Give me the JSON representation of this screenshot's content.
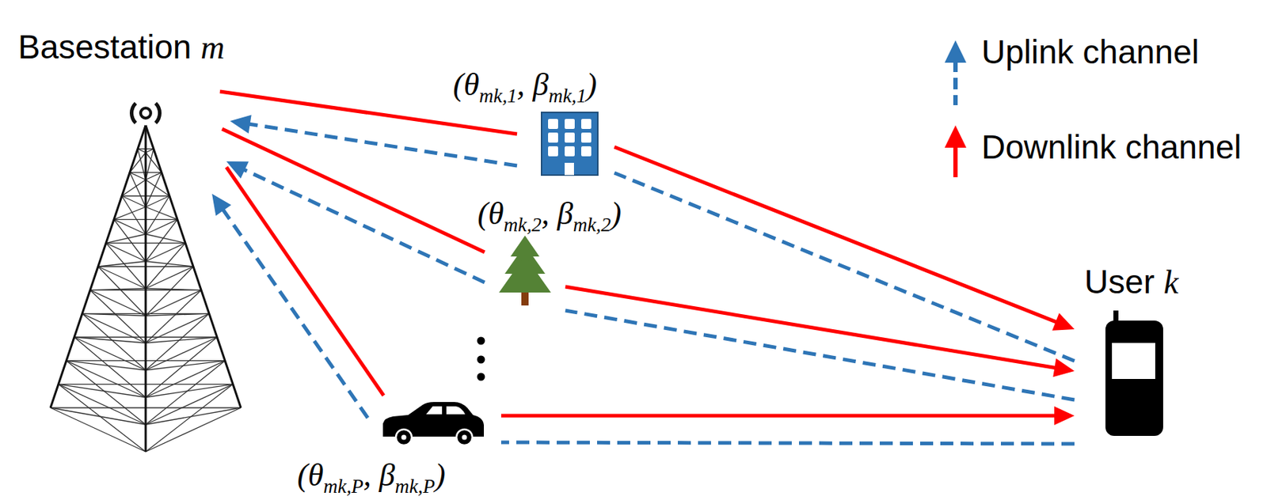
{
  "diagram": {
    "nodes": [
      {
        "text": [
          "Basestation m"
        ]
      },
      {
        "text": [
          "(θmk,1, βmk,1)"
        ]
      },
      {
        "text": [
          "(θmk,2, βmk,2)"
        ]
      },
      {
        "text": [
          "(θmk,P, βmk,P)"
        ]
      },
      {
        "text": [
          "User k"
        ]
      }
    ],
    "edges": [
      {
        "from": 0,
        "to": 1,
        "arrow": "none"
      },
      {
        "from": 1,
        "to": 4,
        "arrow": "to"
      },
      {
        "from": 0,
        "to": 2,
        "arrow": "none"
      },
      {
        "from": 2,
        "to": 4,
        "arrow": "to"
      },
      {
        "from": 0,
        "to": 3,
        "arrow": "none"
      },
      {
        "from": 3,
        "to": 4,
        "arrow": "to"
      },
      {
        "from": 4,
        "to": 1,
        "arrow": "none"
      },
      {
        "from": 1,
        "to": 0,
        "arrow": "to"
      },
      {
        "from": 4,
        "to": 2,
        "arrow": "none"
      },
      {
        "from": 2,
        "to": 0,
        "arrow": "to"
      },
      {
        "from": 4,
        "to": 3,
        "arrow": "none"
      },
      {
        "from": 3,
        "to": 0,
        "arrow": "to"
      }
    ],
    "legend": [
      {
        "text": "Uplink channel"
      },
      {
        "text": "Downlink channel"
      }
    ]
  }
}
